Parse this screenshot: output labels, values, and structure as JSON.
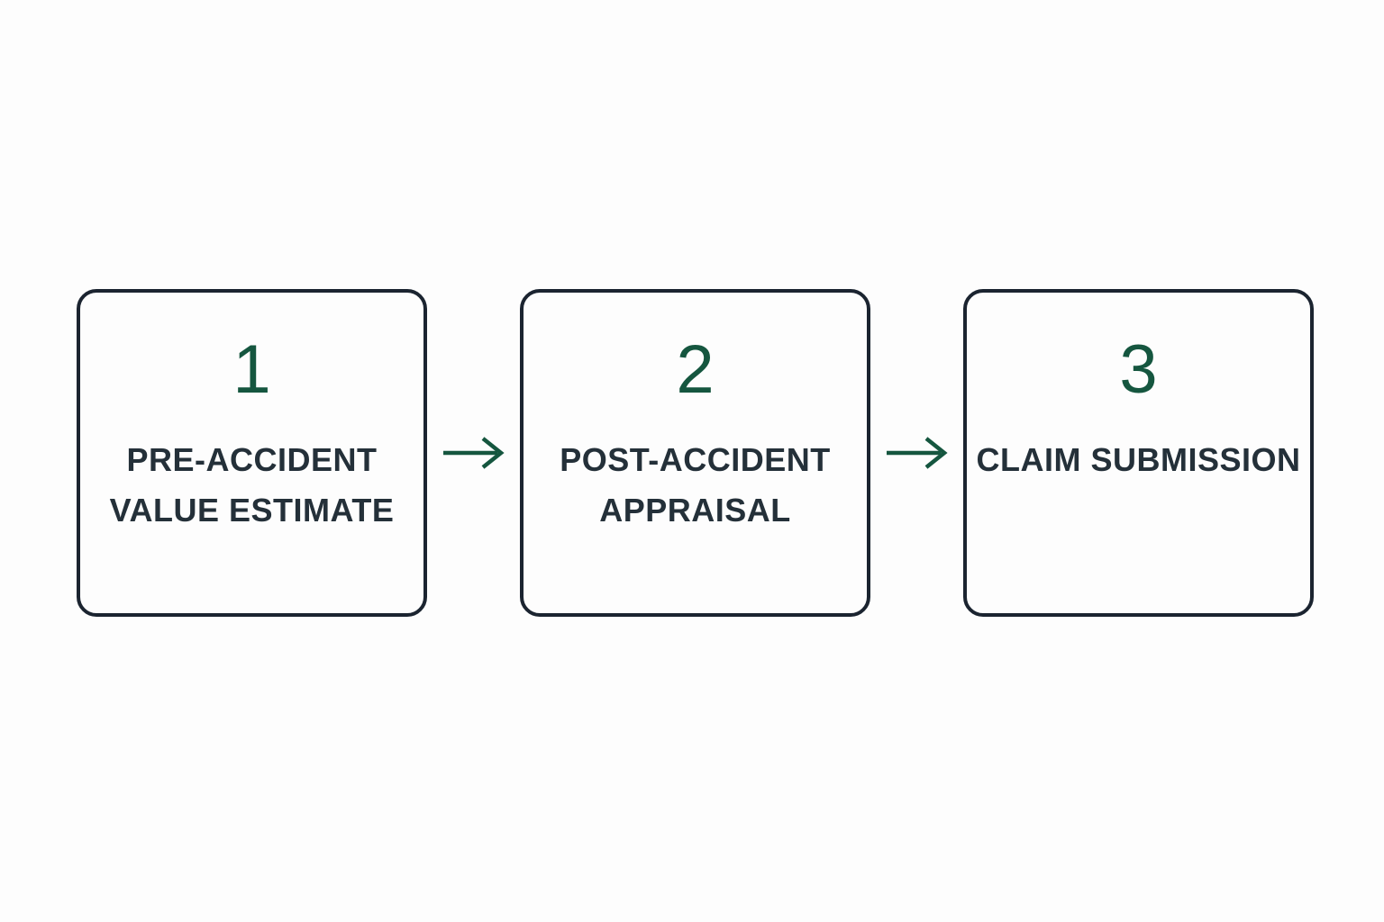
{
  "diagram": {
    "type": "process-flow",
    "orientation": "horizontal",
    "background_color": "#fdfdfd",
    "accent_color": "#15563f",
    "border_color": "#1b2430",
    "label_color": "#243039",
    "steps": [
      {
        "number": "1",
        "label": "PRE-ACCIDENT VALUE ESTIMATE"
      },
      {
        "number": "2",
        "label": "POST-ACCIDENT APPRAISAL"
      },
      {
        "number": "3",
        "label": "CLAIM SUBMISSION"
      }
    ],
    "connectors": [
      {
        "icon": "arrow-right-icon",
        "from": "1",
        "to": "2"
      },
      {
        "icon": "arrow-right-icon",
        "from": "2",
        "to": "3"
      }
    ]
  }
}
